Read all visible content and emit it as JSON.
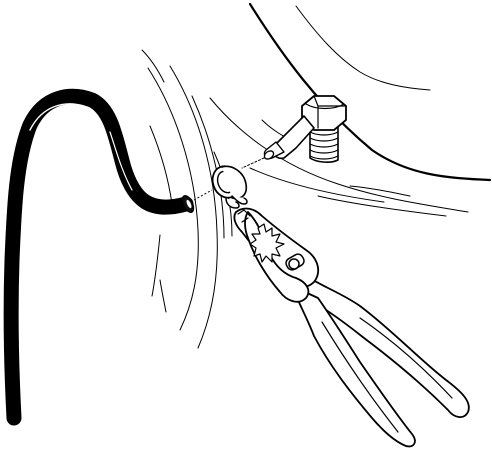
{
  "figure": {
    "parts": {
      "engine_housing": "engine-housing",
      "hose": "rubber-hose",
      "hose_clamp": "spring-hose-clamp",
      "fitting": "hose-barb-fitting",
      "pliers": "slip-joint-pliers"
    },
    "colors": {
      "line": "#000000",
      "background": "#ffffff",
      "hose": "#111111"
    }
  }
}
